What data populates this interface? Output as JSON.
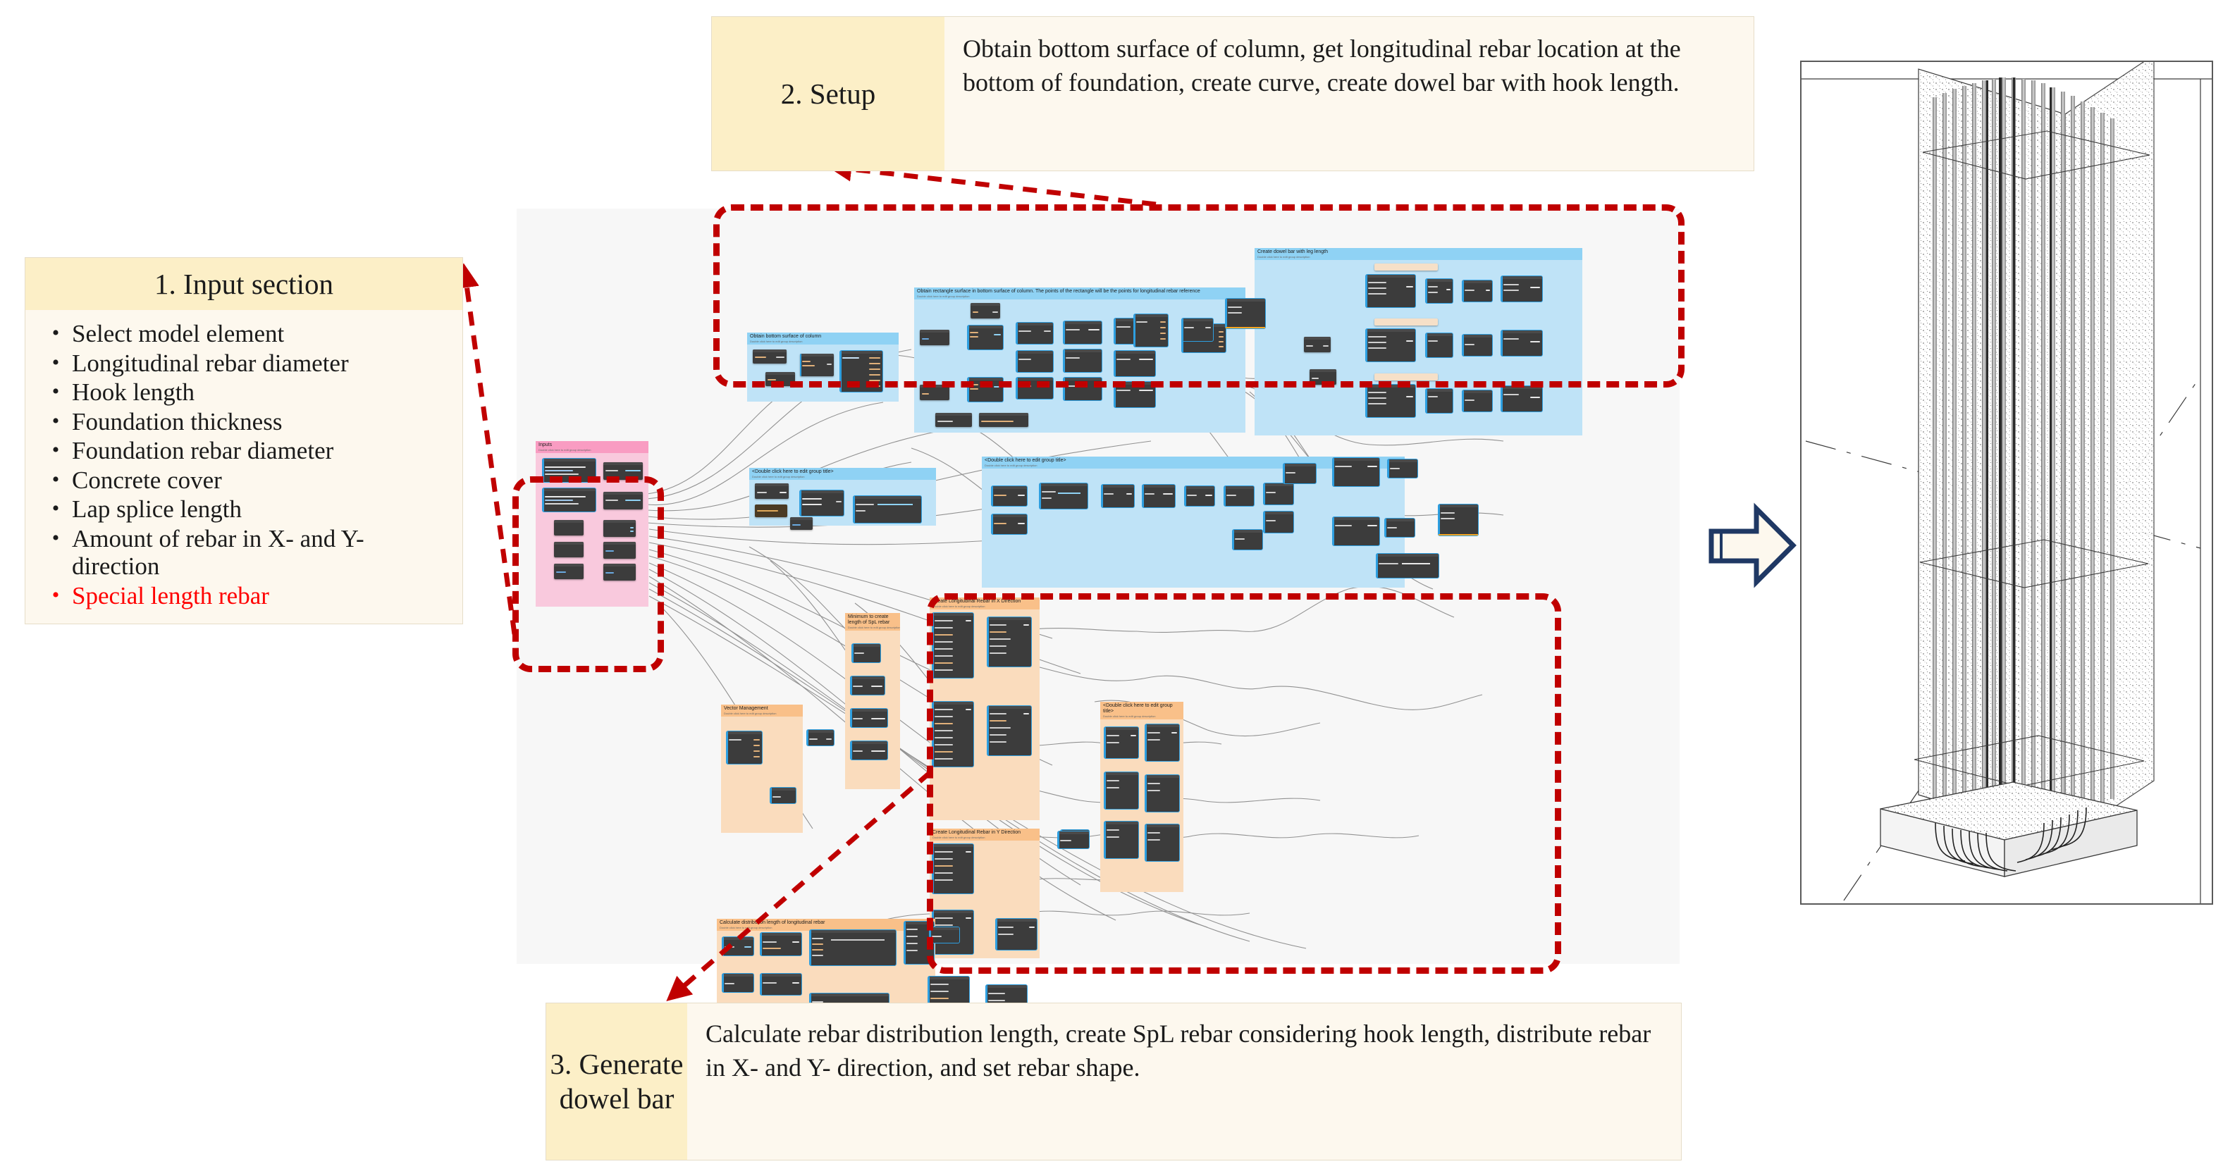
{
  "callouts": {
    "input": {
      "tag": "1. Input section",
      "items": [
        {
          "text": "Select model element",
          "highlight": false
        },
        {
          "text": "Longitudinal rebar diameter",
          "highlight": false
        },
        {
          "text": "Hook length",
          "highlight": false
        },
        {
          "text": "Foundation thickness",
          "highlight": false
        },
        {
          "text": "Foundation rebar diameter",
          "highlight": false
        },
        {
          "text": "Concrete cover",
          "highlight": false
        },
        {
          "text": "Lap splice length",
          "highlight": false
        },
        {
          "text": "Amount of rebar in X- and Y- direction",
          "highlight": false
        },
        {
          "text": "Special length rebar",
          "highlight": true
        }
      ],
      "bullet": "•"
    },
    "setup": {
      "tag": "2. Setup",
      "body": "Obtain bottom surface of column, get longitudinal rebar location at the bottom of foundation, create curve, create dowel bar with hook length."
    },
    "generate": {
      "tag": "3. Generate dowel bar",
      "body": "Calculate rebar distribution length, create SpL rebar considering hook length, distribute rebar in X- and Y- direction, and set rebar shape."
    }
  },
  "colors": {
    "callout_tag_bg": "#fcefc7",
    "callout_body_bg": "#fdf8ee",
    "highlight_text": "#ff0000",
    "dashed_outline": "#c00000",
    "group_blue": "#bfe3f7",
    "group_pink": "#f9c9dd",
    "group_orange": "#fadcbd",
    "node_bg": "#3c3c3c",
    "canvas_bg": "#f7f7f7",
    "arrow_fill": "#fdf8ee",
    "arrow_stroke": "#1f3864"
  },
  "graph": {
    "groups": [
      {
        "id": "inputs",
        "title": "Inputs",
        "subtitle": "Double click here to edit group description",
        "color": "pink"
      },
      {
        "id": "bottom-surface",
        "title": "Obtain bottom surface of column",
        "subtitle": "Double click here to edit group description",
        "color": "blue"
      },
      {
        "id": "rect-surface",
        "title": "Obtain rectangle surface in bottom surface of column. The points of the rectangle will be the points for longitudinal rebar reference",
        "subtitle": "Double click here to edit group description",
        "color": "blue"
      },
      {
        "id": "dowel-leg",
        "title": "Create dowel bar with leg length",
        "subtitle": "Double click here to edit group description",
        "color": "blue"
      },
      {
        "id": "untitled-blue-left",
        "title": "<Double click here to edit group title>",
        "subtitle": "Double click here to edit group description",
        "color": "blue"
      },
      {
        "id": "untitled-blue-right",
        "title": "<Double click here to edit group title>",
        "subtitle": "Double click here to edit group description",
        "color": "blue"
      },
      {
        "id": "minimum-spl",
        "title": "Minimum to create length of SpL rebar",
        "subtitle": "Double click here to edit group description",
        "color": "orange"
      },
      {
        "id": "vector-management",
        "title": "Vector Management",
        "subtitle": "Double click here to edit group description",
        "color": "orange"
      },
      {
        "id": "rebar-x",
        "title": "Create Longitudinal Rebar in X Direction",
        "subtitle": "Double click here to edit group description",
        "color": "orange"
      },
      {
        "id": "rebar-y",
        "title": "Create Longitudinal Rebar in Y Direction",
        "subtitle": "Double click here to edit group description",
        "color": "orange"
      },
      {
        "id": "distribution-length",
        "title": "Calculate distribution length of longitudinal rebar",
        "subtitle": "Double click here to edit group description",
        "color": "orange"
      },
      {
        "id": "untitled-orange",
        "title": "<Double click here to edit group title>",
        "subtitle": "Double click here to edit group description",
        "color": "orange"
      }
    ]
  },
  "model": {
    "caption": "Reinforced concrete column with dowel bars anchored into spread footing"
  },
  "flow_arrow": {
    "name": "process-output-arrow",
    "direction": "right"
  }
}
